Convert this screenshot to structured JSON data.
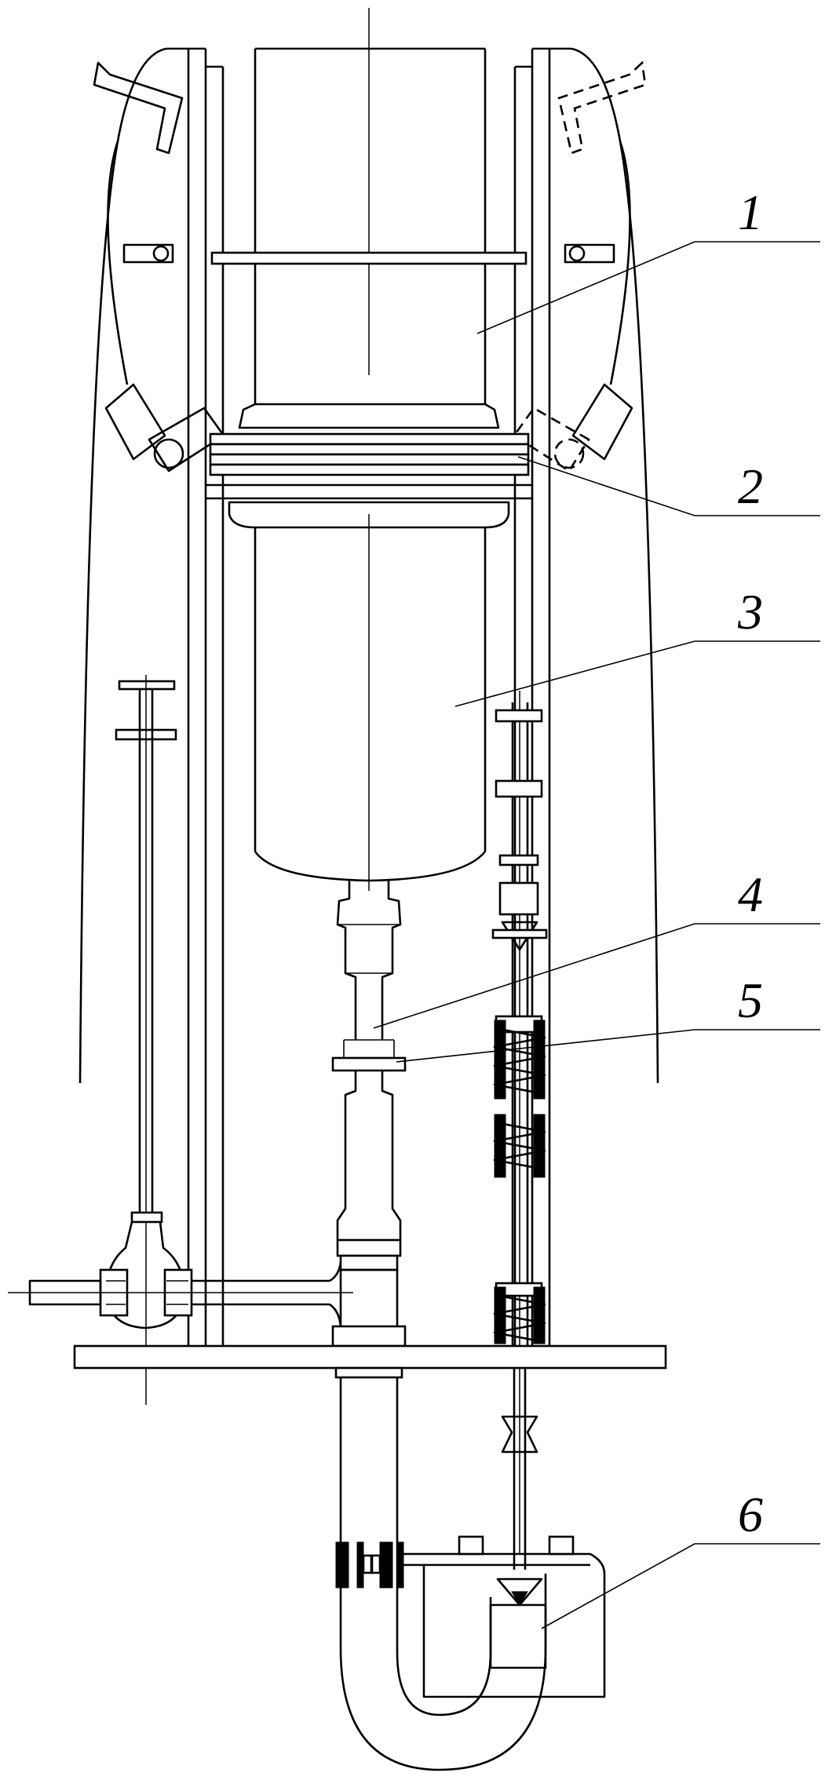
{
  "diagram": {
    "labels": [
      {
        "id": "1",
        "text": "1"
      },
      {
        "id": "2",
        "text": "2"
      },
      {
        "id": "3",
        "text": "3"
      },
      {
        "id": "4",
        "text": "4"
      },
      {
        "id": "5",
        "text": "5"
      },
      {
        "id": "6",
        "text": "6"
      }
    ]
  }
}
